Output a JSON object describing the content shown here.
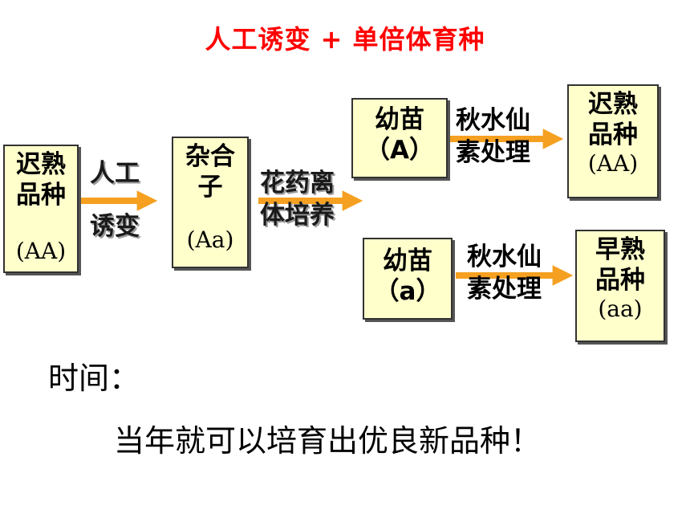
{
  "title": "人工诱变 + 单倍体育种",
  "boxes": {
    "late_parent": {
      "line1": "迟熟",
      "line2": "品种",
      "genotype": "(AA)"
    },
    "hybrid": {
      "line1": "杂合",
      "line2": "子",
      "genotype": "(Aa)"
    },
    "seedling_A": {
      "line1": "幼苗",
      "genotype": "（A）"
    },
    "seedling_a": {
      "line1": "幼苗",
      "genotype": "（a）"
    },
    "late_result": {
      "line1": "迟熟",
      "line2": "品种",
      "genotype": "(AA)"
    },
    "early_result": {
      "line1": "早熟",
      "line2": "品种",
      "genotype": "(aa)"
    }
  },
  "arrow_labels": {
    "mutation": {
      "line1": "人工",
      "line2": "诱变"
    },
    "anther": {
      "line1": "花药离",
      "line2": "体培养"
    },
    "colchicine_1": {
      "line1": "秋水仙",
      "line2": "素处理"
    },
    "colchicine_2": {
      "line1": "秋水仙",
      "line2": "素处理"
    }
  },
  "notes": {
    "time_label": "时间：",
    "result": "当年就可以培育出优良新品种！"
  },
  "colors": {
    "title": "#ff0000",
    "arrow": "#f5a020",
    "box_fill": "#ffffcc"
  }
}
